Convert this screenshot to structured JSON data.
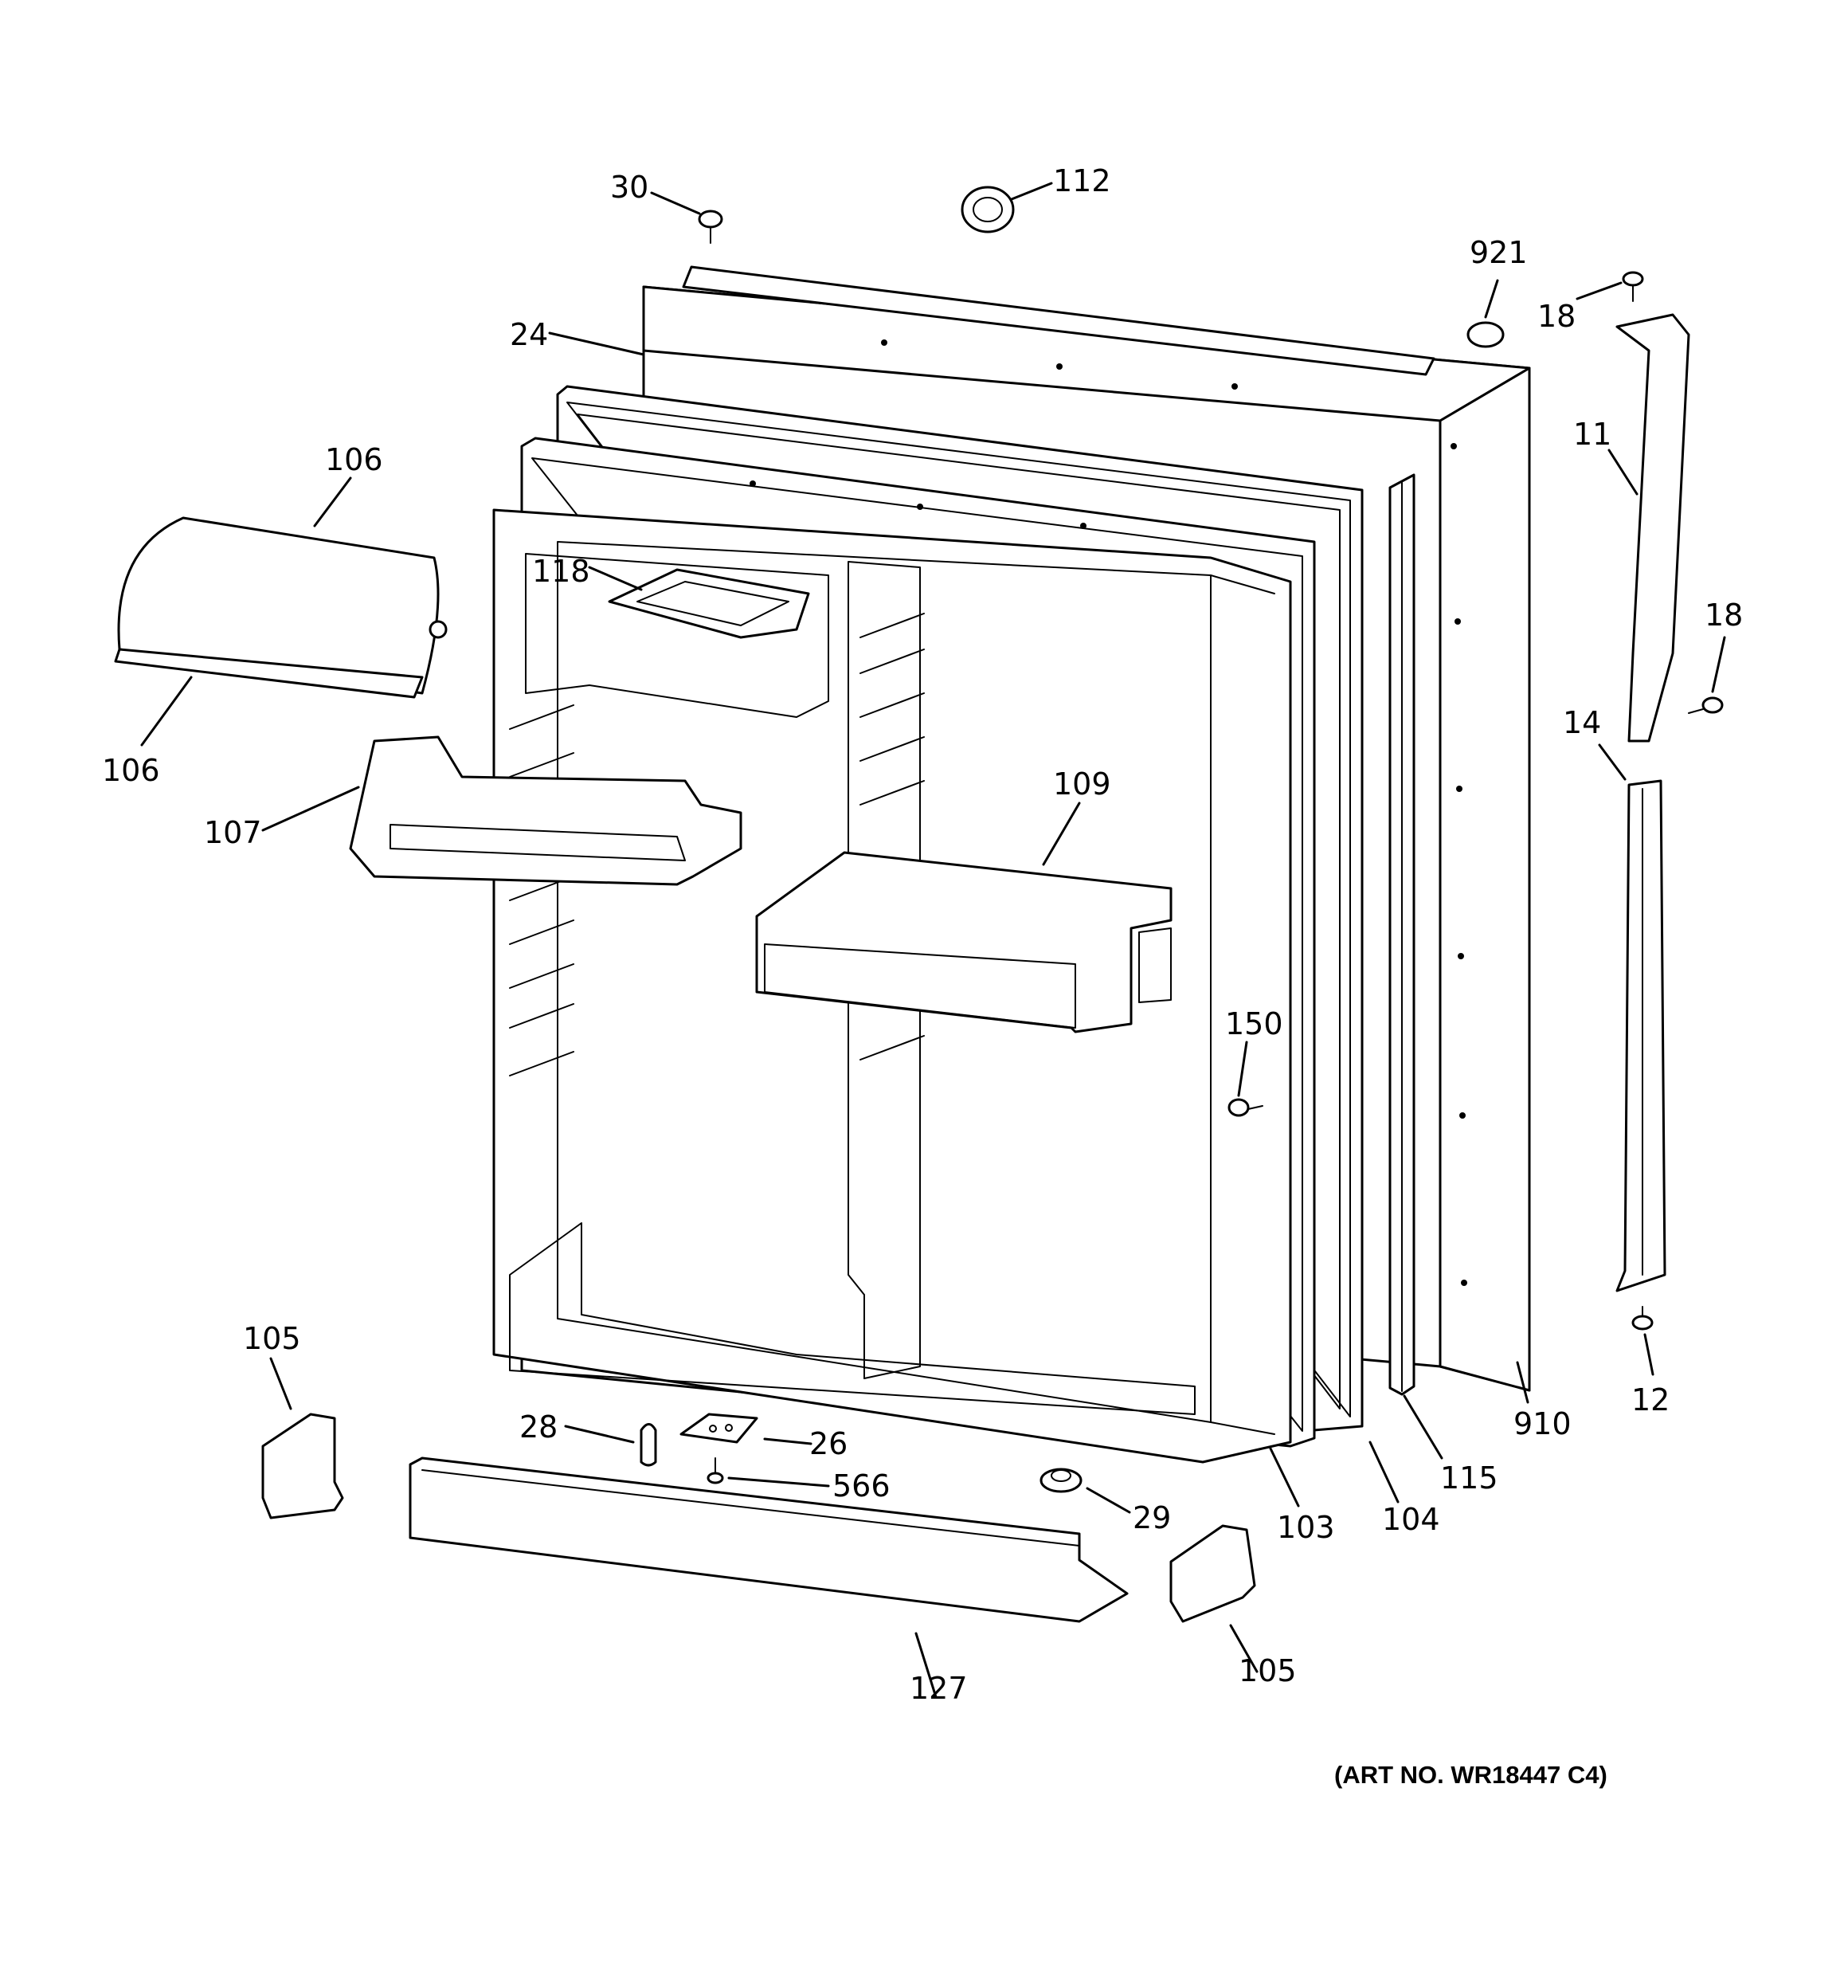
{
  "diagram": {
    "art_number": "(ART NO. WR18447 C4)",
    "callouts": {
      "c30": "30",
      "c112": "112",
      "c921": "921",
      "c18a": "18",
      "c24": "24",
      "c11": "11",
      "c106a": "106",
      "c118": "118",
      "c18b": "18",
      "c106b": "106",
      "c14": "14",
      "c107": "107",
      "c109": "109",
      "c150": "150",
      "c105a": "105",
      "c12": "12",
      "c910": "910",
      "c28": "28",
      "c26": "26",
      "c115": "115",
      "c566": "566",
      "c29": "29",
      "c104": "104",
      "c103": "103",
      "c127": "127",
      "c105b": "105"
    }
  }
}
